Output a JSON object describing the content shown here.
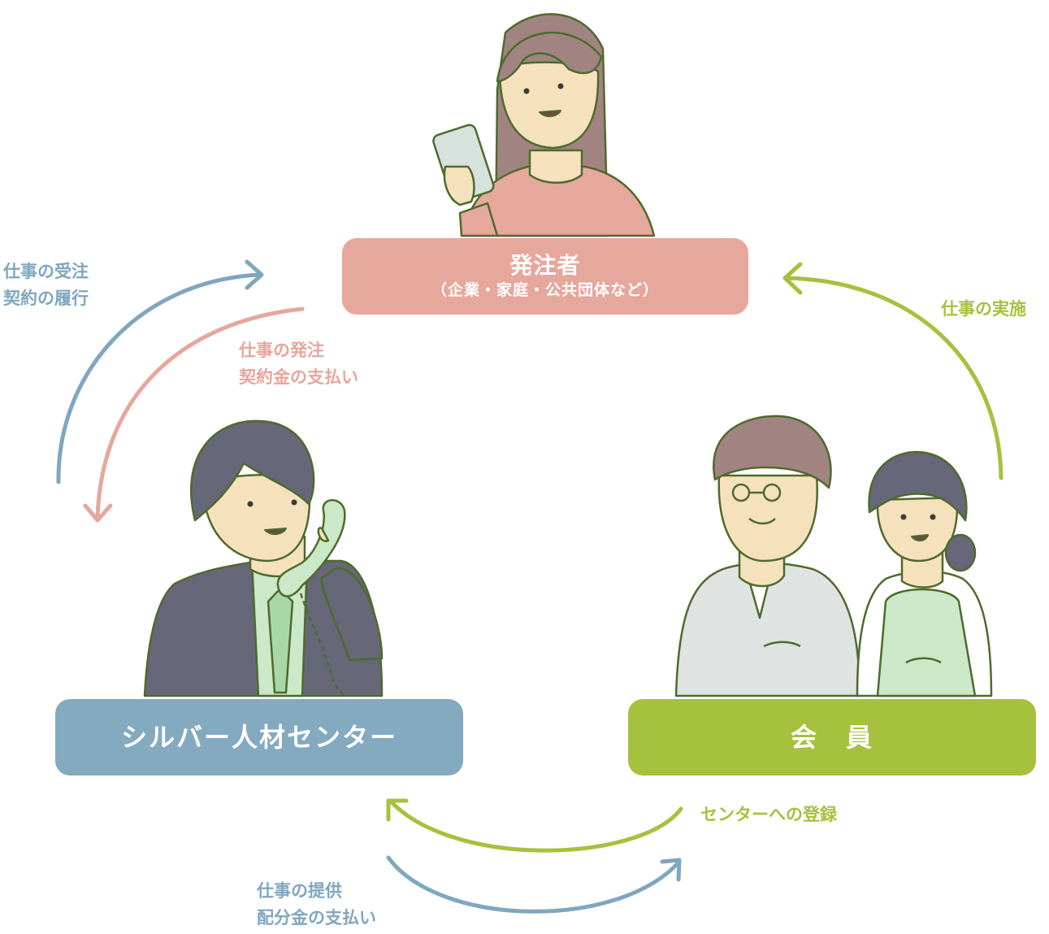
{
  "nodes": {
    "client": {
      "title": "発注者",
      "subtitle": "（企業・家庭・公共団体など）"
    },
    "center": {
      "title": "シルバー人材センター"
    },
    "member": {
      "title": "会　員"
    }
  },
  "edges": {
    "center_to_client": {
      "line1": "仕事の受注",
      "line2": "契約の履行"
    },
    "client_to_center": {
      "line1": "仕事の発注",
      "line2": "契約金の支払い"
    },
    "member_to_client": {
      "line1": "仕事の実施"
    },
    "member_to_center": {
      "line1": "センターへの登録"
    },
    "center_to_member": {
      "line1": "仕事の提供",
      "line2": "配分金の支払い"
    }
  },
  "colors": {
    "client": "#e6a79d",
    "center": "#84aac0",
    "member": "#a6c13e",
    "outline": "#4e6b2c"
  }
}
